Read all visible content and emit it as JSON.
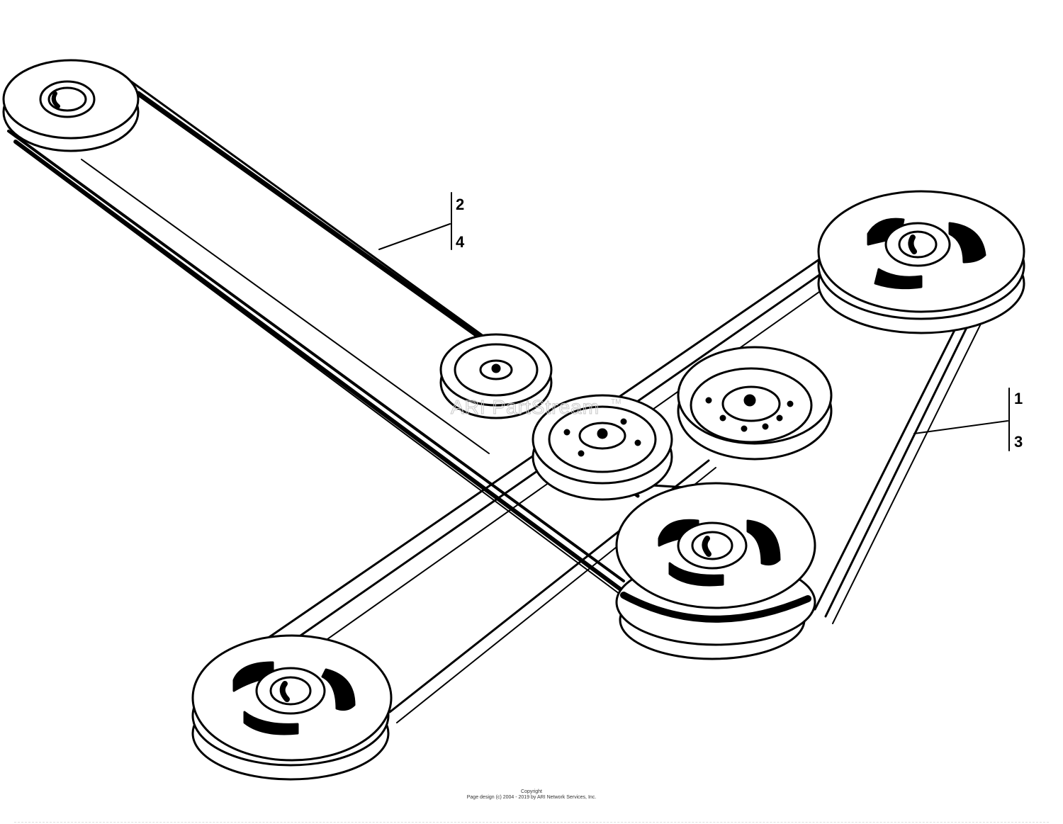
{
  "callouts": {
    "group_upper_left": {
      "top": "2",
      "bottom": "4"
    },
    "group_right": {
      "top": "1",
      "bottom": "3"
    }
  },
  "watermark": "ARI PartStream",
  "watermark_tm": "TM",
  "footer": {
    "line1": "Copyright",
    "line2": "Page design (c) 2004 - 2019 by ARI Network Services, Inc."
  },
  "colors": {
    "ink": "#000000",
    "paper": "#ffffff",
    "watermark": "#c8c8c8"
  }
}
